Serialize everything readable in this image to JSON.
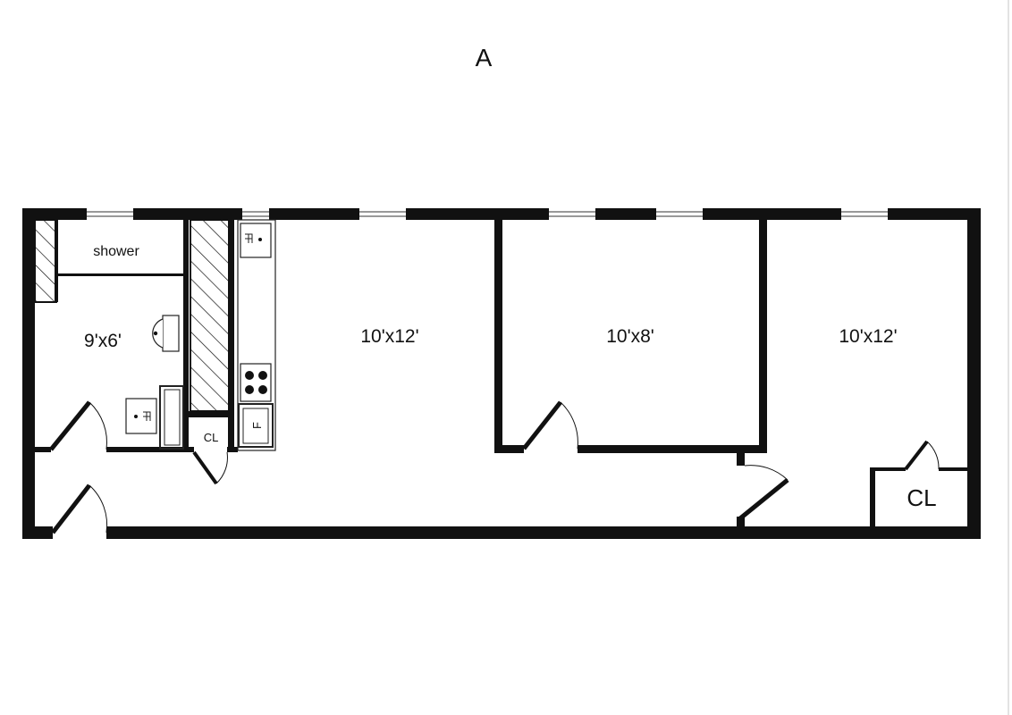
{
  "plan": {
    "unit_label": "A",
    "rooms": {
      "bathroom": "9'x6'",
      "shower": "shower",
      "living": "10'x12'",
      "middle_bedroom": "10'x8'",
      "right_bedroom": "10'x12'"
    },
    "closets": {
      "hall_closet": "CL",
      "bedroom_closet": "CL"
    },
    "fixtures": {
      "fridge": "F"
    },
    "colors": {
      "wall": "#111111",
      "background": "#ffffff",
      "fixture_line": "#222222"
    }
  }
}
